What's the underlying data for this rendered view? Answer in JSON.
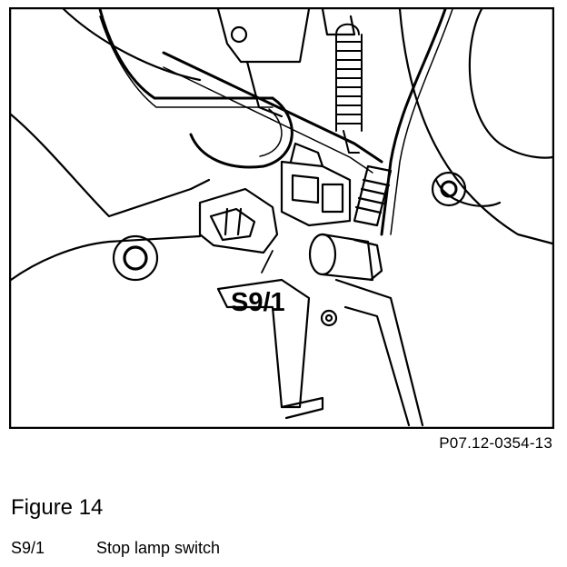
{
  "figure": {
    "callout_label": "S9/1",
    "reference_code": "P07.12-0354-13",
    "title": "Figure 14"
  },
  "legend": [
    {
      "code": "S9/1",
      "description": "Stop lamp switch"
    }
  ]
}
